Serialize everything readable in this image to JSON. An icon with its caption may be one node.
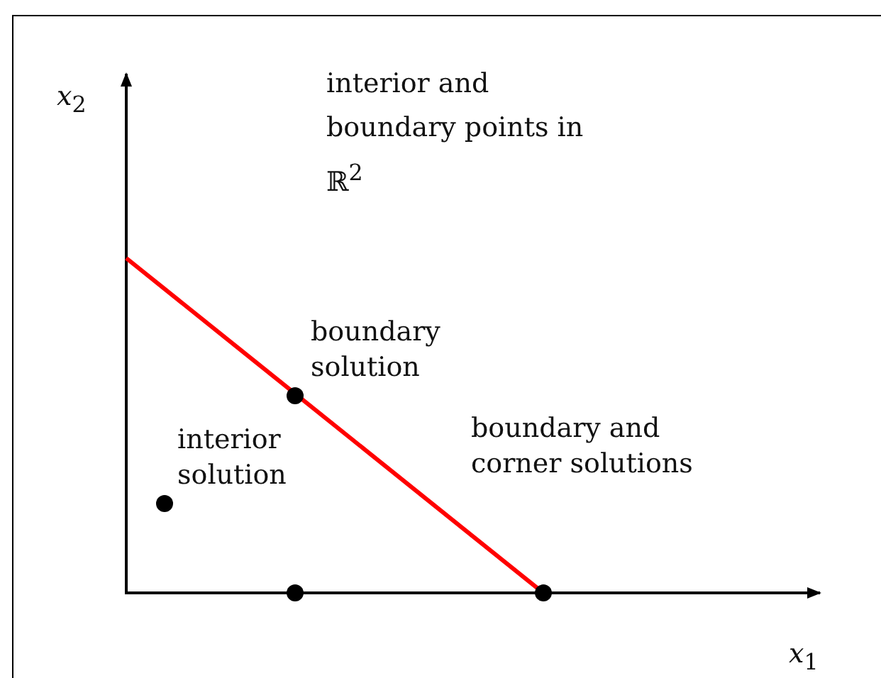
{
  "diagram": {
    "title": "interior and boundary points in ℝ$^{2}$",
    "labels": [
      "*x*$_{2}$",
      "boundary solution",
      "interior solution",
      "boundary and corner solutions",
      "*x*$_{1}$"
    ]
  }
}
